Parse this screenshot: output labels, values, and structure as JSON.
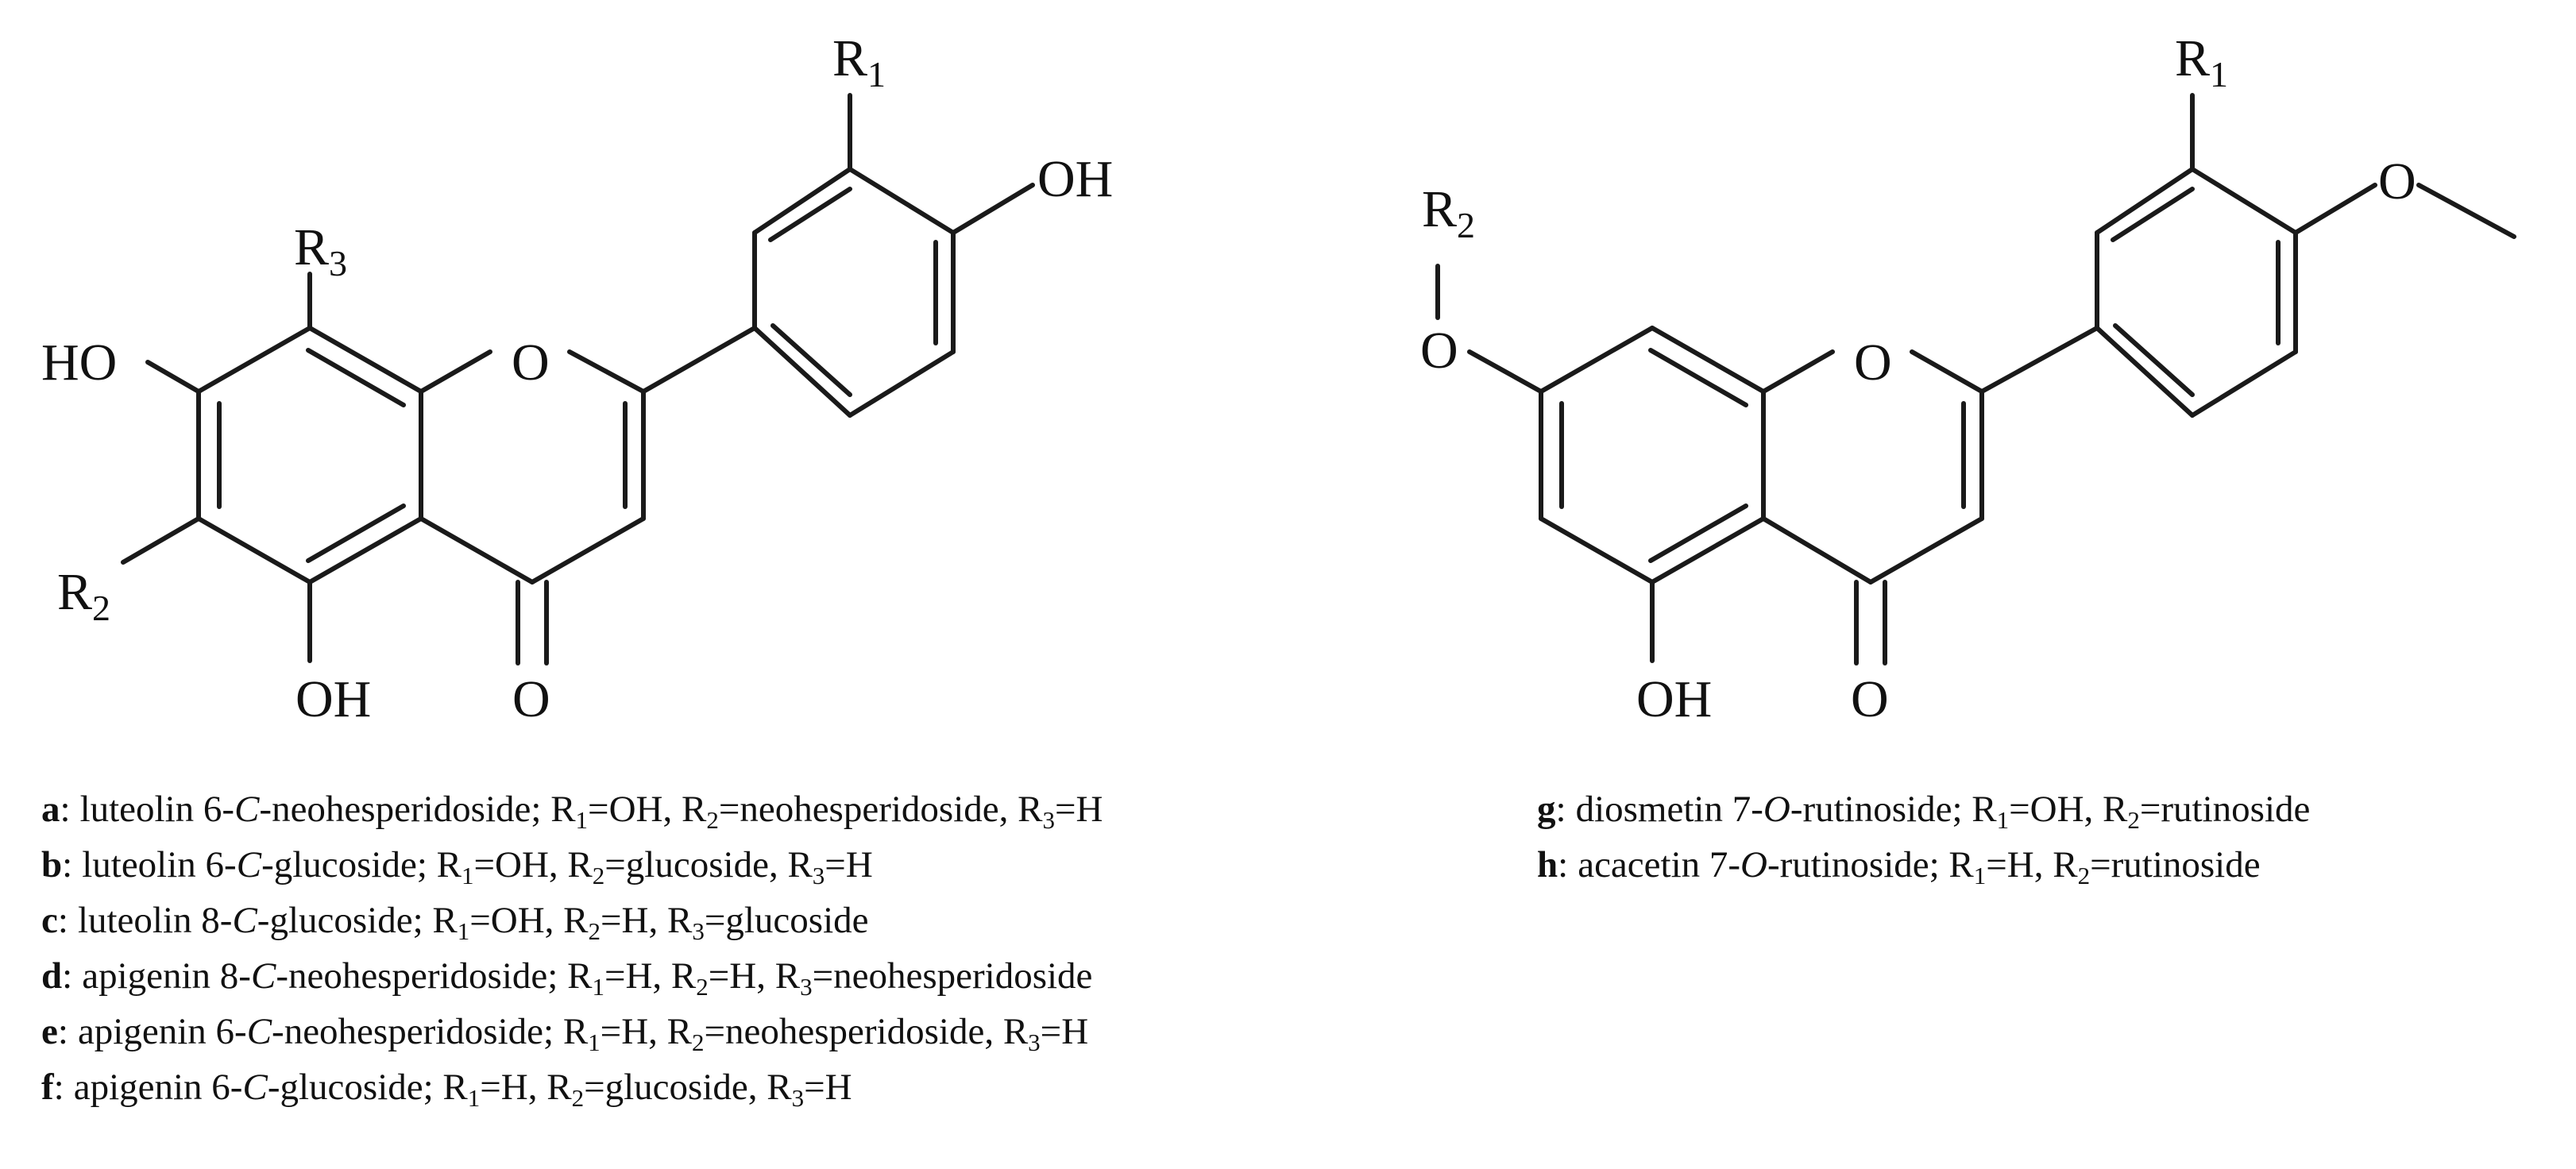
{
  "structure_left": {
    "atoms": {
      "r1": {
        "main": "R",
        "sub": "1"
      },
      "r2": {
        "main": "R",
        "sub": "2"
      },
      "r3": {
        "main": "R",
        "sub": "3"
      },
      "oh_4p": "OH",
      "ho_7": "HO",
      "oh_5": "OH",
      "o_ring": "O",
      "o_keto": "O"
    }
  },
  "structure_right": {
    "atoms": {
      "r1": {
        "main": "R",
        "sub": "1"
      },
      "r2": {
        "main": "R",
        "sub": "2"
      },
      "o_7": "O",
      "o_ring": "O",
      "o_keto": "O",
      "o_methoxy": "O",
      "oh_5": "OH"
    }
  },
  "legend_left": [
    {
      "key": "a",
      "name_pre": "luteolin 6-",
      "name_ital": "C",
      "name_post": "-neohesperidoside;",
      "r1": "OH",
      "r2": "neohesperidoside",
      "r3": "H"
    },
    {
      "key": "b",
      "name_pre": "luteolin 6-",
      "name_ital": "C",
      "name_post": "-glucoside;",
      "r1": "OH",
      "r2": "glucoside",
      "r3": "H"
    },
    {
      "key": "c",
      "name_pre": "luteolin 8-",
      "name_ital": "C",
      "name_post": "-glucoside;",
      "r1": "OH",
      "r2": "H",
      "r3": "glucoside"
    },
    {
      "key": "d",
      "name_pre": "apigenin 8-",
      "name_ital": "C",
      "name_post": "-neohesperidoside;",
      "r1": "H",
      "r2": "H",
      "r3": "neohesperidoside"
    },
    {
      "key": "e",
      "name_pre": "apigenin 6-",
      "name_ital": "C",
      "name_post": "-neohesperidoside;",
      "r1": "H",
      "r2": "neohesperidoside",
      "r3": "H"
    },
    {
      "key": "f",
      "name_pre": "apigenin 6-",
      "name_ital": "C",
      "name_post": "-glucoside;",
      "r1": "H",
      "r2": "glucoside",
      "r3": "H"
    }
  ],
  "legend_right": [
    {
      "key": "g",
      "name_pre": "diosmetin 7-",
      "name_ital": "O",
      "name_post": "-rutinoside;",
      "r1": "OH",
      "r2": "rutinoside"
    },
    {
      "key": "h",
      "name_pre": "acacetin 7-",
      "name_ital": "O",
      "name_post": "-rutinoside;",
      "r1": "H",
      "r2": "rutinoside"
    }
  ],
  "legend_symbols": {
    "r": "R",
    "equals": "=",
    "sep": ", ",
    "colon": ":"
  }
}
